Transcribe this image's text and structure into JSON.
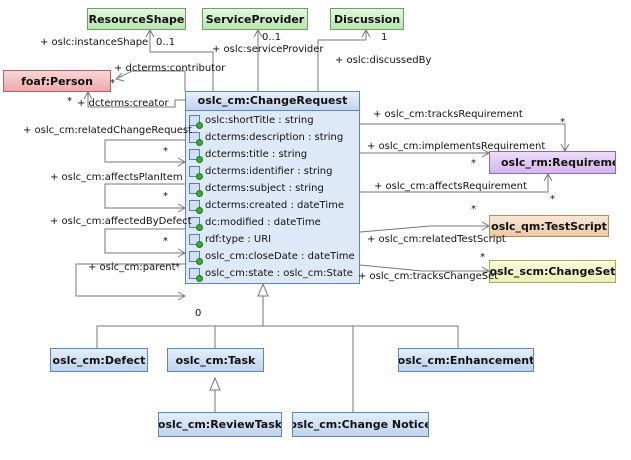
{
  "classes": {
    "resource_shape": "ResourceShape",
    "service_provider": "ServiceProvider",
    "discussion": "Discussion",
    "person": "foaf:Person",
    "change_request": "oslc_cm:ChangeRequest",
    "requirement": "oslc_rm:Requirement",
    "test_script": "oslc_qm:TestScript",
    "change_set": "oslc_scm:ChangeSet",
    "defect": "oslc_cm:Defect",
    "task": "oslc_cm:Task",
    "enhancement": "oslc_cm:Enhancement",
    "review_task": "oslc_cm:ReviewTask",
    "change_notice": "oslc_cm:Change Notice"
  },
  "attributes": [
    "oslc:shortTitle : string",
    "dcterms:description : string",
    "dcterms:title : string",
    "dcterms:identifier : string",
    "dcterms:subject : string",
    "dcterms:created : dateTime",
    "dc:modified : dateTime",
    "rdf:type : URI",
    "oslc_cm:closeDate : dateTime",
    "oslc_cm:state : oslc_cm:State"
  ],
  "associations": {
    "instance_shape": "+ oslc:instanceShape",
    "service_provider": "+ oslc:serviceProvider",
    "discussed_by": "+ oslc:discussedBy",
    "contributor": "+ dcterms:contributor",
    "creator": "+ dcterms:creator",
    "related_change_request": "+ oslc_cm:relatedChangeRequest",
    "affects_plan_item": "+ oslc_cm:affectsPlanItem",
    "affected_by_defect": "+ oslc_cm:affectedByDefect",
    "parent": "+ oslc_cm:parent",
    "tracks_requirement": "+ oslc_cm:tracksRequirement",
    "implements_requirement": "+ oslc_cm:implementsRequirement",
    "affects_requirement": "+ oslc_cm:affectsRequirement",
    "related_test_script": "+ oslc_cm:relatedTestScript",
    "tracks_change_set": "+ oslc_cm:tracksChangeSet"
  },
  "multiplicities": {
    "zero_one": "0..1",
    "one": "1",
    "many": "*",
    "zero": "0"
  }
}
